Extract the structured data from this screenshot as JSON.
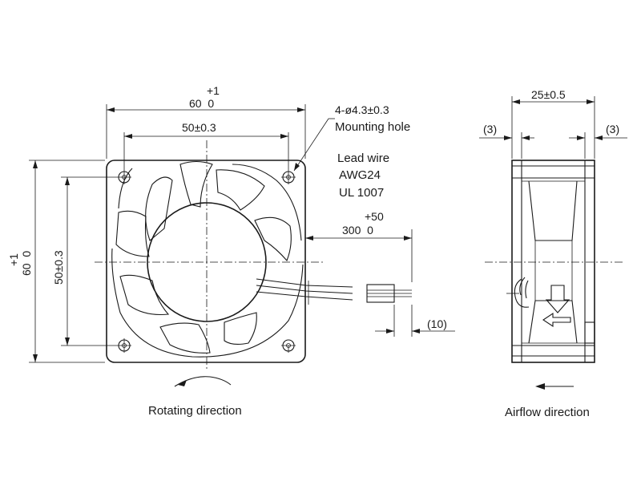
{
  "front_view": {
    "width_tol": "+1",
    "width_nominal": "60  0",
    "hole_pitch": "50±0.3",
    "height_tol": "+1",
    "height_nominal": "60  0",
    "vertical_hole_pitch": "50±0.3",
    "mounting_hole_spec": "4-ø4.3±0.3",
    "mounting_hole_label": "Mounting hole",
    "lead_wire_label": "Lead wire",
    "lead_wire_gauge": "AWG24",
    "lead_wire_standard": "UL 1007",
    "lead_length_tol": "+50",
    "lead_length_nominal": "300  0",
    "strip_length": "(10)",
    "caption": "Rotating direction"
  },
  "side_view": {
    "depth": "25±0.5",
    "flange_left": "(3)",
    "flange_right": "(3)",
    "caption": "Airflow direction"
  }
}
